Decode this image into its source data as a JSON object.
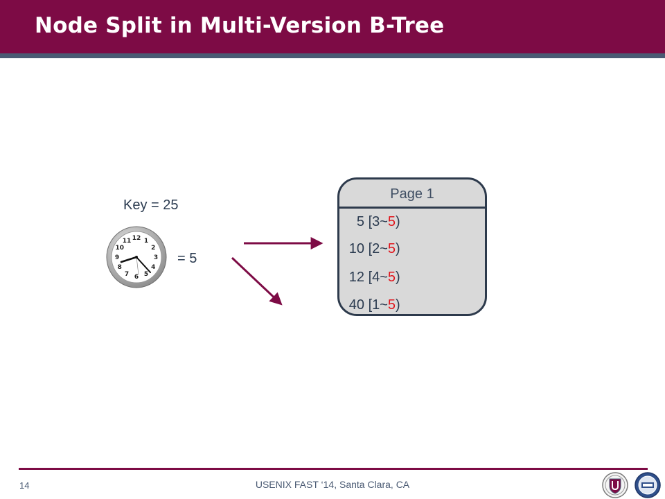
{
  "slide": {
    "title": "Node Split in Multi-Version B-Tree",
    "key_label": "Key =  25",
    "time_label": "=  5",
    "colors": {
      "title_bar": "#7d0b45",
      "accent_line": "#4a5a73",
      "version_end": "#e0141b",
      "arrow": "#7d0b45"
    }
  },
  "page": {
    "header": "Page 1",
    "entries": [
      {
        "key": "5",
        "open": "[3~",
        "end": "5",
        "close": ")"
      },
      {
        "key": "10",
        "open": "[2~",
        "end": "5",
        "close": ")"
      },
      {
        "key": "12",
        "open": "[4~",
        "end": "5",
        "close": ")"
      },
      {
        "key": "40",
        "open": "[1~",
        "end": "5",
        "close": ")"
      }
    ]
  },
  "clock": {
    "icon": "clock-icon",
    "numerals": [
      "12",
      "1",
      "2",
      "3",
      "4",
      "5",
      "6",
      "7",
      "8",
      "9",
      "10",
      "11"
    ]
  },
  "footer": {
    "page_number": "14",
    "conference": "USENIX FAST ‘14, Santa Clara, CA",
    "logos": [
      "university-shield-logo",
      "university-seal-logo"
    ]
  }
}
